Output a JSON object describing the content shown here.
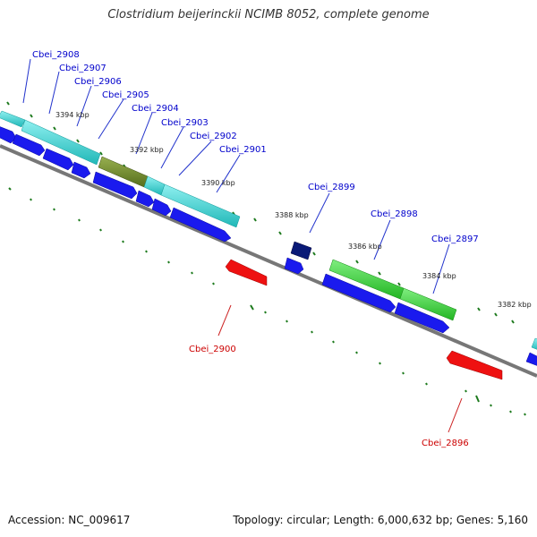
{
  "title": "Clostridium beijerinckii NCIMB 8052, complete genome",
  "footer": {
    "accession": "Accession: NC_009617",
    "summary": "Topology: circular; Length: 6,000,632 bp; Genes: 5,160"
  },
  "colors": {
    "forward_label": "#0000cc",
    "reverse_label": "#cc0000",
    "backbone": "#777777",
    "tick": "#1d7a1d",
    "cds_forward": "#1a1aee",
    "cds_reverse": "#ee1111",
    "gene_cyan": "#33cccc",
    "gene_olive": "#6b8e23",
    "gene_green": "#33cc33",
    "gene_navy": "#0a1a77"
  },
  "kbp_labels": [
    "3394 kbp",
    "3392 kbp",
    "3390 kbp",
    "3388 kbp",
    "3386 kbp",
    "3384 kbp",
    "3382 kbp"
  ],
  "genes": [
    {
      "label": "Cbei_2908",
      "strand": "forward"
    },
    {
      "label": "Cbei_2907",
      "strand": "forward"
    },
    {
      "label": "Cbei_2906",
      "strand": "forward"
    },
    {
      "label": "Cbei_2905",
      "strand": "forward"
    },
    {
      "label": "Cbei_2904",
      "strand": "forward"
    },
    {
      "label": "Cbei_2903",
      "strand": "forward"
    },
    {
      "label": "Cbei_2902",
      "strand": "forward"
    },
    {
      "label": "Cbei_2901",
      "strand": "forward"
    },
    {
      "label": "Cbei_2899",
      "strand": "forward"
    },
    {
      "label": "Cbei_2898",
      "strand": "forward"
    },
    {
      "label": "Cbei_2897",
      "strand": "forward"
    },
    {
      "label": "Cbei_2900",
      "strand": "reverse"
    },
    {
      "label": "Cbei_2896",
      "strand": "reverse"
    }
  ]
}
